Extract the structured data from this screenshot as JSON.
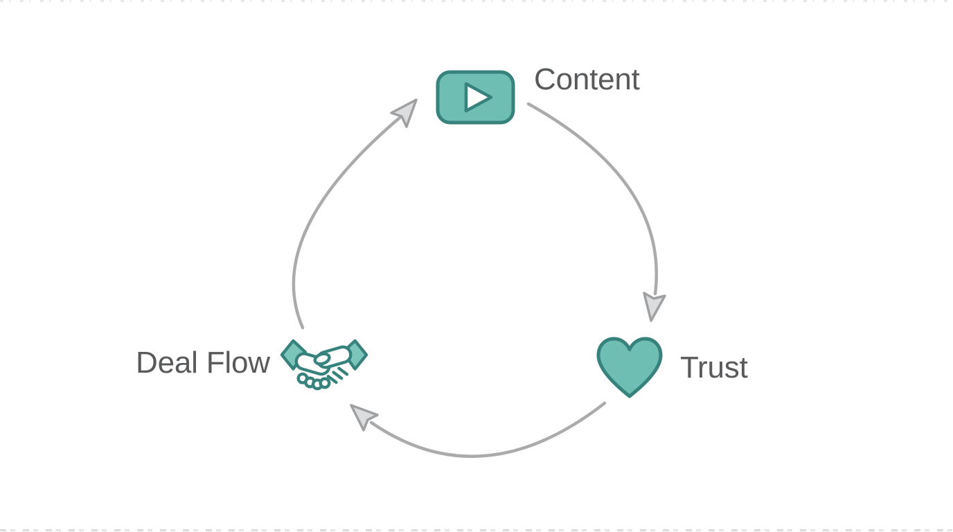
{
  "diagram": {
    "type": "cycle",
    "nodes": [
      {
        "id": "content",
        "label": "Content",
        "icon": "video-play-icon"
      },
      {
        "id": "trust",
        "label": "Trust",
        "icon": "heart-icon"
      },
      {
        "id": "deal_flow",
        "label": "Deal Flow",
        "icon": "handshake-icon"
      }
    ],
    "edges": [
      {
        "from": "Content",
        "to": "Trust"
      },
      {
        "from": "Trust",
        "to": "Deal Flow"
      },
      {
        "from": "Deal Flow",
        "to": "Content"
      }
    ],
    "colors": {
      "icon_fill": "#6FBEB3",
      "icon_stroke": "#37827C",
      "cuff_fill": "#7CC5BB",
      "arrow_line": "#ABABAB",
      "arrowhead_fill": "#DCDDDE",
      "arrowhead_stroke": "#9FA0A2",
      "label_text": "#58595B",
      "background": "#FFFFFF"
    }
  }
}
